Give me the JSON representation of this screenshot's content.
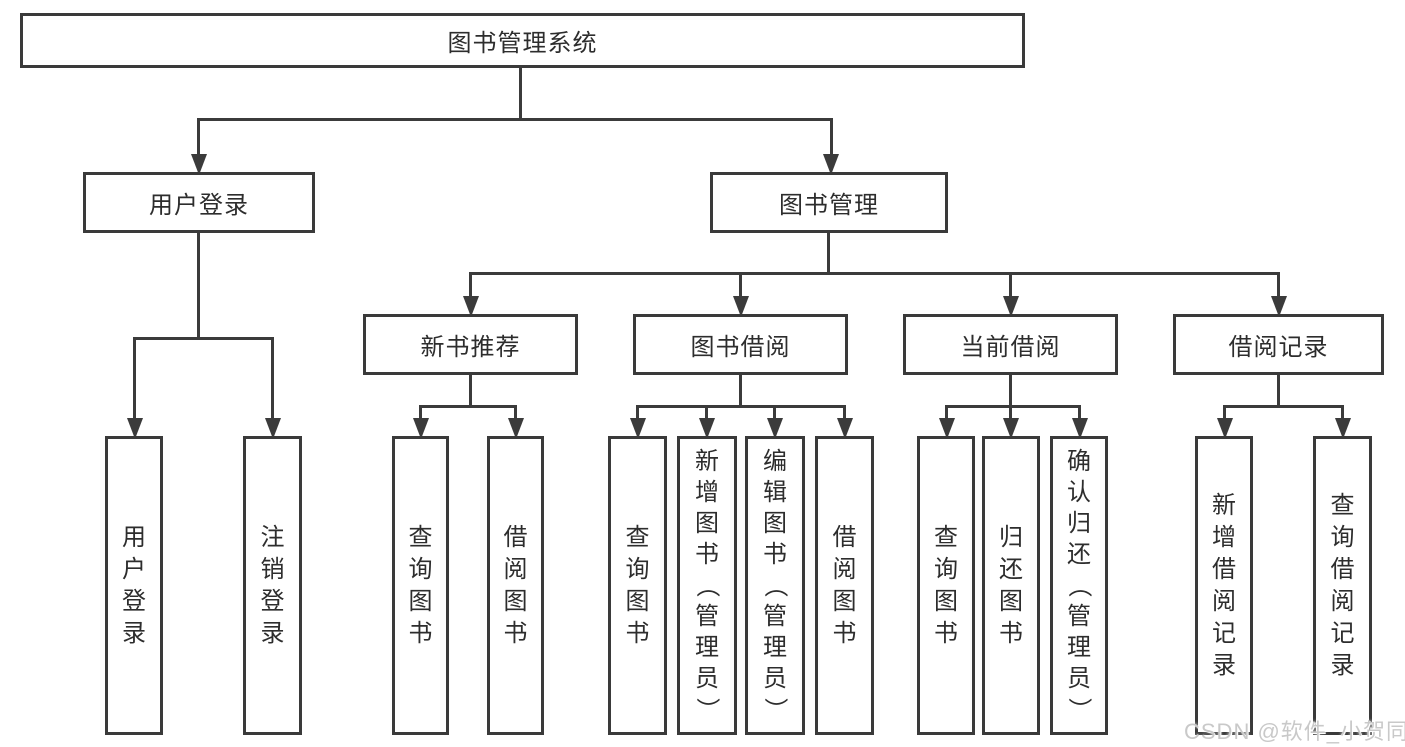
{
  "diagram": {
    "root": {
      "label": "图书管理系统"
    },
    "branches": [
      {
        "label": "用户登录",
        "children": [
          {
            "label": "用户登录"
          },
          {
            "label": "注销登录"
          }
        ]
      },
      {
        "label": "图书管理",
        "children": [
          {
            "label": "新书推荐",
            "children": [
              {
                "label": "查询图书"
              },
              {
                "label": "借阅图书"
              }
            ]
          },
          {
            "label": "图书借阅",
            "children": [
              {
                "label": "查询图书"
              },
              {
                "label": "新增图书（管理员）"
              },
              {
                "label": "编辑图书（管理员）"
              },
              {
                "label": "借阅图书"
              }
            ]
          },
          {
            "label": "当前借阅",
            "children": [
              {
                "label": "查询图书"
              },
              {
                "label": "归还图书"
              },
              {
                "label": "确认归还（管理员）"
              }
            ]
          },
          {
            "label": "借阅记录",
            "children": [
              {
                "label": "新增借阅记录"
              },
              {
                "label": "查询借阅记录"
              }
            ]
          }
        ]
      }
    ]
  },
  "watermark": {
    "text": "CSDN @软件_小贺同学"
  },
  "colors": {
    "line": "#3b3b3b",
    "border": "#3a3a3a",
    "text": "#2d2d2d",
    "watermark": "#c9c9c9",
    "background": "#ffffff"
  }
}
